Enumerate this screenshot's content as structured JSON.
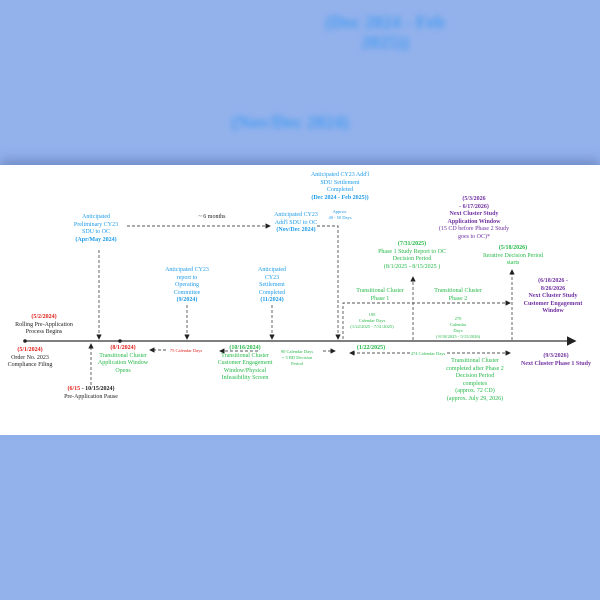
{
  "colors": {
    "background": "#93b2ec",
    "blue": "#1e9be8",
    "green": "#27b84a",
    "red": "#e0211d",
    "purple": "#7030a0"
  },
  "events": {
    "rolling": {
      "date": "(5/2/2024)",
      "lines": [
        "Rolling Pre-Application",
        "Process Begins"
      ]
    },
    "order": {
      "date": "(5/1/2024)",
      "lines": [
        "Order No. 2023",
        "Compliance Filing"
      ]
    },
    "pause": {
      "date_start": "(6/15",
      "date_rest": " - 10/15/2024)",
      "label": "Pre-Application Pause"
    },
    "prelim_sdu": {
      "lines": [
        "Anticipated",
        "Preliminary CY23",
        "SDU to OC"
      ],
      "date": "(Apr/May 2024)"
    },
    "six_months": "~ 6 months",
    "window_opens": {
      "date": "(8/1/2024)",
      "lines": [
        "Transitional Cluster",
        "Application Window",
        "Opens"
      ]
    },
    "days_75": "75 Calendar Days",
    "report_oc": {
      "lines": [
        "Anticipated CY23",
        "report to",
        "Operating",
        "Committee"
      ],
      "date": "(9/2024)"
    },
    "settlement": {
      "lines": [
        "Anticipated",
        "CY23",
        "Settlement",
        "Completed"
      ],
      "date": "(11/2024)"
    },
    "addl_sdu": {
      "lines": [
        "Anticipated CY23",
        "Add'l SDU to OC"
      ],
      "date": "(Nov/Dec 2024)"
    },
    "addl_settlement": {
      "lines": [
        "Anticipated CY23 Add'l",
        "SDU Settlement",
        "Completed"
      ],
      "date": "(Dec 2024 - Feb 2025))"
    },
    "approx_days": {
      "lines": [
        "Approx.",
        "40 - 50 Days"
      ]
    },
    "engagement": {
      "date": "(10/16/2024)",
      "lines": [
        "Transitional Cluster",
        "Customer Engagement",
        "Window/Physical",
        "Infeasibility Screen"
      ]
    },
    "days_90": {
      "lines": [
        "90 Calendar Days",
        "+ 5 BD Decision",
        "Period"
      ]
    },
    "phase1_start": {
      "date": "(1/22/2025)"
    },
    "phase1": {
      "lines": [
        "Transitional Cluster",
        "Phase 1"
      ]
    },
    "days_190": {
      "lines": [
        "190",
        "Calendar Days",
        "(1/22/2025 - 7/31/2025)"
      ]
    },
    "phase1_report": {
      "date": "(7/31/2025)",
      "lines": [
        "Phase 1 Study Report to OC",
        "Decision Period",
        "(8/1/2025 - 8/15/2025 )"
      ]
    },
    "phase2": {
      "lines": [
        "Transitional Cluster",
        "Phase 2"
      ]
    },
    "days_270": {
      "lines": [
        "270",
        "Calendar",
        "Days",
        "( 8/18/2025 - 5/15/2026)"
      ]
    },
    "days_474": "474 Calendar Days",
    "completed": {
      "lines": [
        "Transitional Cluster",
        "completed after Phase 2",
        "Decision Period",
        "completes",
        "(approx.  72 CD)",
        "(approx. July 29, 2026)"
      ]
    },
    "iterative": {
      "date": "(5/18/2026)",
      "lines": [
        "Iterative Decision Period",
        "starts"
      ]
    },
    "next_app": {
      "lines": [
        "(5/3/2026",
        "- 6/17/2026)",
        "Next Cluster Study",
        "Application Window",
        "(15 CD before Phase 2 Study",
        "goes to OC)*"
      ]
    },
    "next_engage": {
      "lines": [
        "(6/18/2026 -",
        "8/26/2026",
        "Next Cluster Study",
        "Customer Engagement",
        "Window"
      ]
    },
    "next_phase1": {
      "date": "(9/3/2026)",
      "label": "Next Cluster Phase 1 Study"
    }
  }
}
